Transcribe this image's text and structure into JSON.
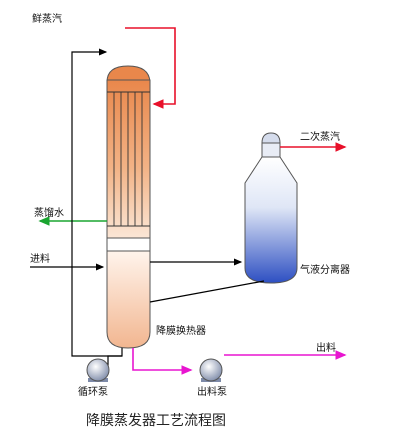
{
  "labels": {
    "fresh_steam": "鲜蒸汽",
    "secondary_steam": "二次蒸汽",
    "distilled_water": "蒸馏水",
    "feed": "进料",
    "separator": "气液分离器",
    "heat_exchanger": "降膜换热器",
    "product": "出料",
    "circulation_pump": "循环泵",
    "discharge_pump": "出料泵"
  },
  "caption": "降膜蒸发器工艺流程图",
  "colors": {
    "steam_line": "#e8102a",
    "condensate_line": "#1aa530",
    "product_line": "#e815d0",
    "process_line": "#000000",
    "evaporator_top": "#e9874b",
    "separator_bottom": "#2d4fc2"
  }
}
